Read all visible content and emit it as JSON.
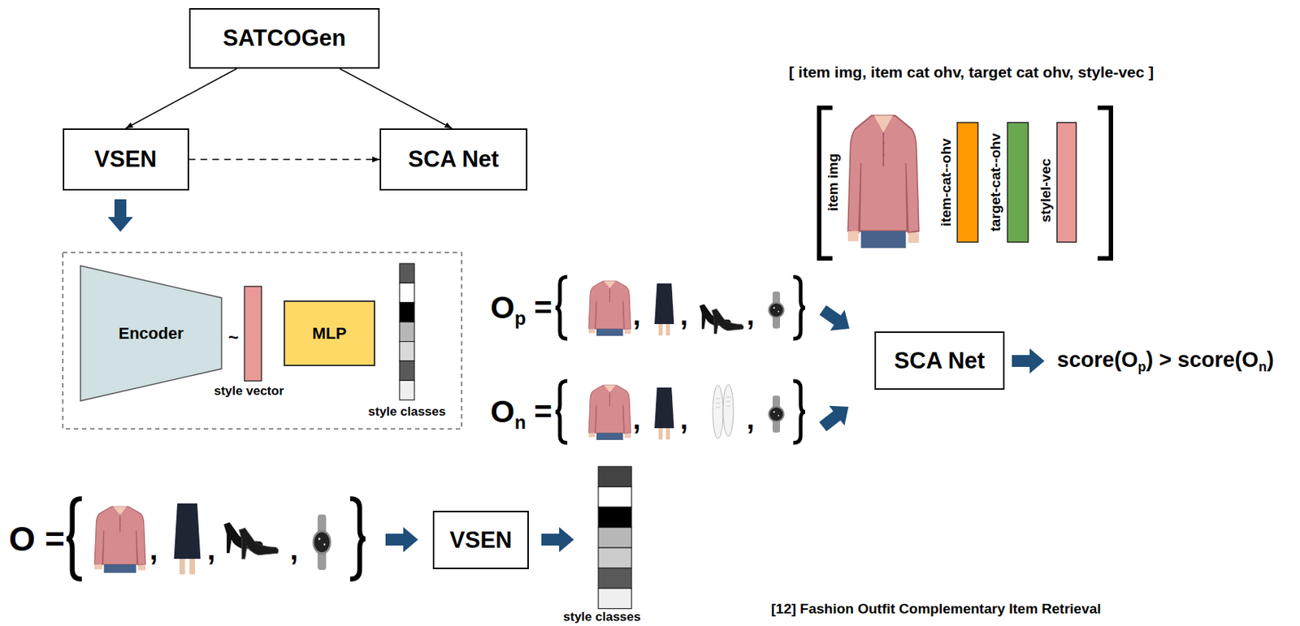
{
  "diagram": {
    "caption": "[12] Fashion Outfit Complementary Item Retrieval",
    "nodes": [
      {
        "text": [
          "SATCOGen"
        ]
      },
      {
        "text": [
          "VSEN"
        ]
      },
      {
        "text": [
          "SCA Net"
        ]
      },
      {
        "text": [
          "Encoder"
        ]
      },
      {
        "text": [
          "MLP"
        ]
      },
      {
        "text": [
          "SCA Net"
        ]
      },
      {
        "text": [
          "VSEN"
        ]
      }
    ],
    "edges": [
      {
        "from": 0,
        "to": 1,
        "arrow": "to"
      },
      {
        "from": 0,
        "to": 2,
        "arrow": "to"
      },
      {
        "from": 1,
        "to": 2,
        "arrow": "to"
      }
    ],
    "labels": [
      "style vector",
      "style classes",
      "~",
      "[ item img, item cat ohv, target cat ohv, style-vec ]",
      "item img",
      "item-cat--ohv",
      "target-cat--ohv",
      "stylel-vec",
      "O",
      "p",
      "=",
      ",",
      ",",
      ",",
      "O",
      "n",
      "=",
      ",",
      ",",
      ",",
      "score(O",
      "p",
      ") > score(O",
      "n",
      ")",
      "O",
      "=",
      ",",
      ",",
      ",",
      "style classes"
    ]
  }
}
